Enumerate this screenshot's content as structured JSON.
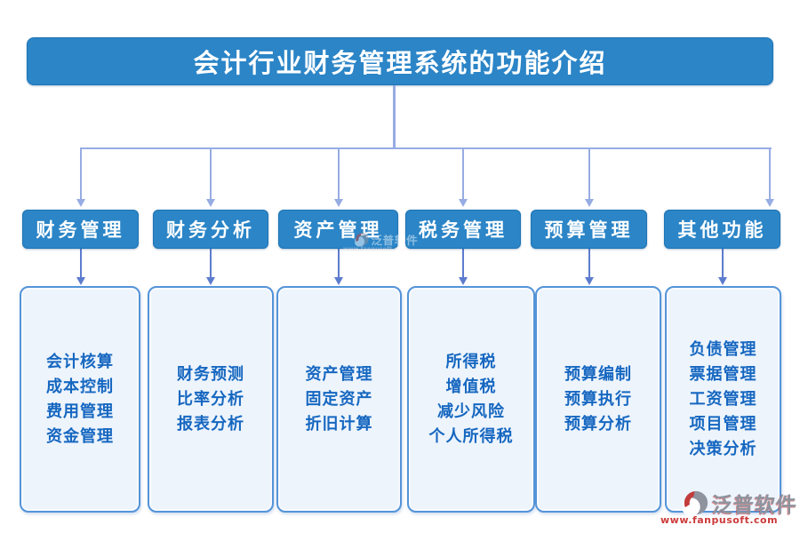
{
  "title": "会计行业财务管理系统的功能介绍",
  "columns": [
    {
      "header": "财务管理",
      "items": [
        "会计核算",
        "成本控制",
        "费用管理",
        "资金管理"
      ]
    },
    {
      "header": "财务分析",
      "items": [
        "财务预测",
        "比率分析",
        "报表分析"
      ]
    },
    {
      "header": "资产管理",
      "items": [
        "资产管理",
        "固定资产",
        "折旧计算"
      ]
    },
    {
      "header": "税务管理",
      "items": [
        "所得税",
        "增值税",
        "减少风险",
        "个人所得税"
      ]
    },
    {
      "header": "预算管理",
      "items": [
        "预算编制",
        "预算执行",
        "预算分析"
      ]
    },
    {
      "header": "其他功能",
      "items": [
        "负债管理",
        "票据管理",
        "工资管理",
        "项目管理",
        "决策分析"
      ]
    }
  ],
  "watermark": {
    "brand": "泛普软件",
    "url": "www.fanpusoft.com"
  },
  "colors": {
    "node_blue": "#2B85C7",
    "panel_background": "#EDF4FC",
    "panel_border": "#5494D8",
    "item_text_blue": "#1667C0",
    "connector_light": "#97ACE3",
    "connector_arrow": "#5C7CCE",
    "brand_gray": "#8E939E",
    "brand_red": "#CC3B3B"
  }
}
